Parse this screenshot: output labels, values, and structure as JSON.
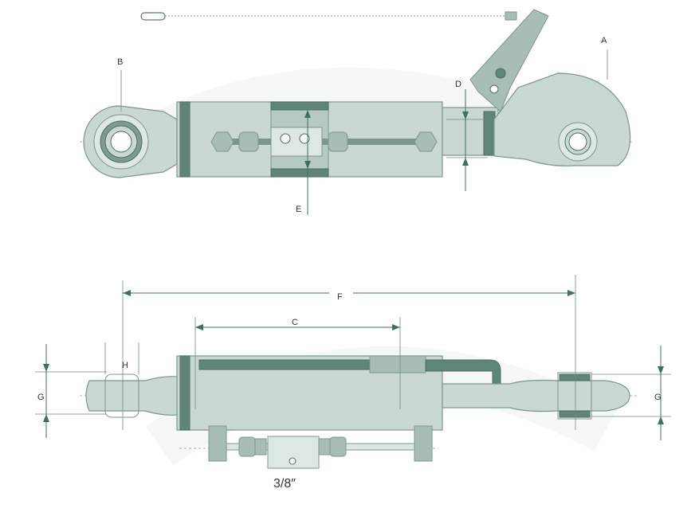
{
  "colors": {
    "body": "#c9d8d3",
    "accent": "#5f8478",
    "dimension": "#3f6f63",
    "background": "#ffffff"
  },
  "labels": {
    "a": "A",
    "b": "B",
    "c": "C",
    "d": "D",
    "e": "E",
    "f": "F",
    "g_left": "G",
    "g_right": "G",
    "h": "H"
  },
  "port_size": "3/8″"
}
